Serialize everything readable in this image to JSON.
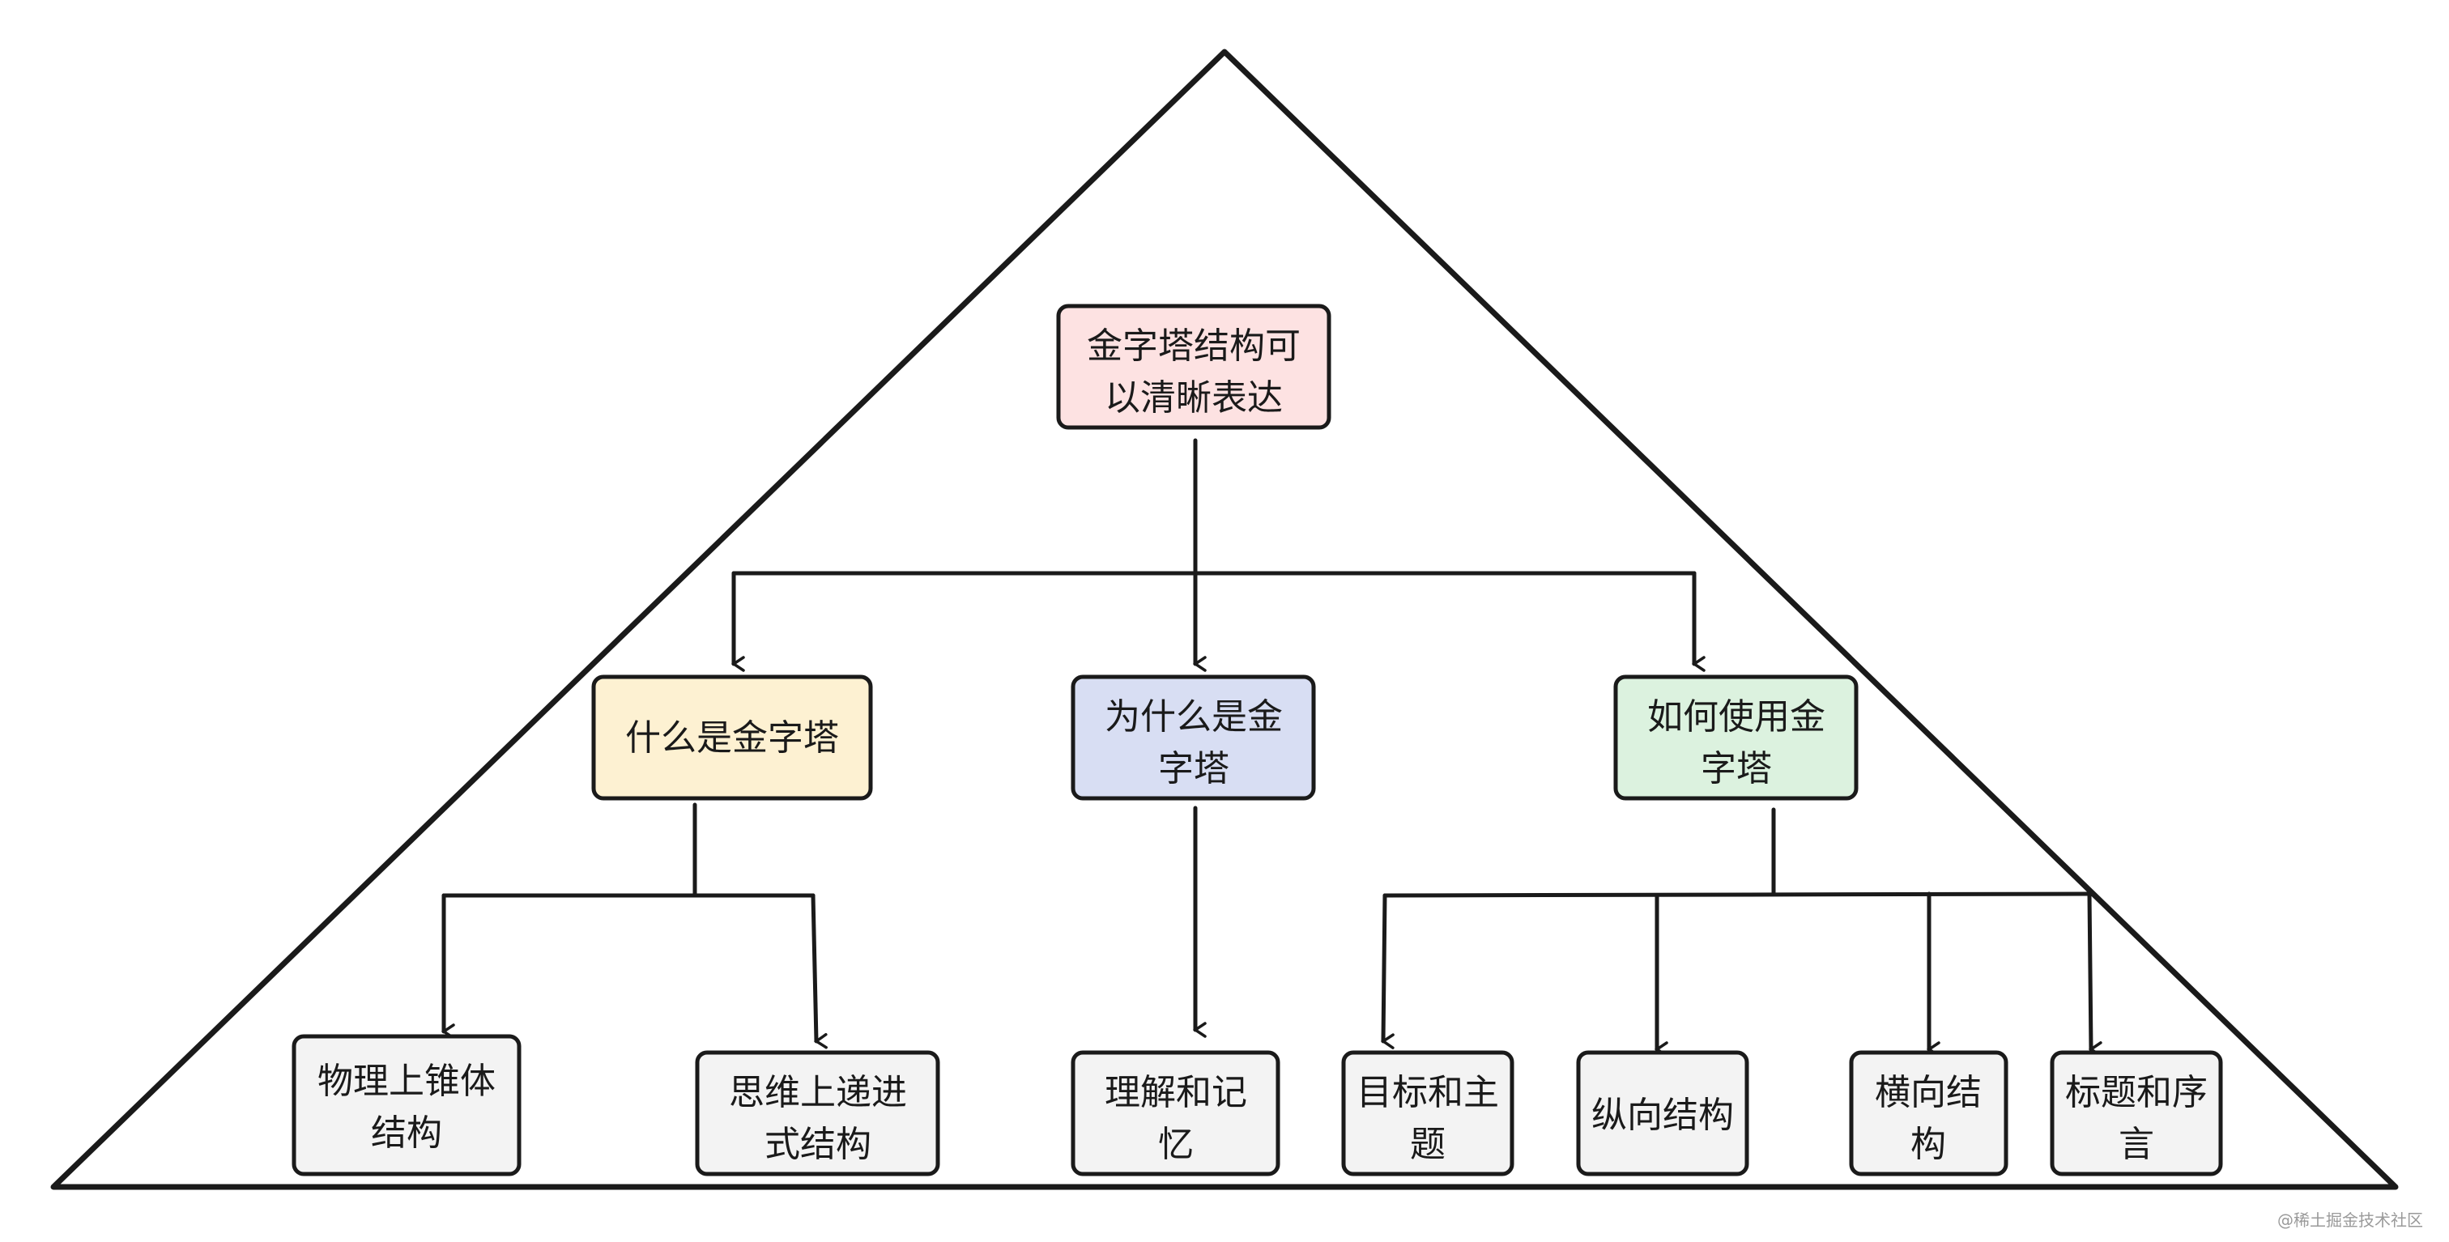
{
  "diagram": {
    "root": {
      "line1": "金字塔结构可",
      "line2": "以清晰表达"
    },
    "branches": {
      "what": {
        "line1": "什么是金字塔"
      },
      "why": {
        "line1": "为什么是金",
        "line2": "字塔"
      },
      "how": {
        "line1": "如何使用金",
        "line2": "字塔"
      }
    },
    "leaves": {
      "physical": {
        "line1": "物理上锥体",
        "line2": "结构"
      },
      "thinking": {
        "line1": "思维上递进",
        "line2": "式结构"
      },
      "understand": {
        "line1": "理解和记",
        "line2": "忆"
      },
      "goal": {
        "line1": "目标和主",
        "line2": "题"
      },
      "vertical": {
        "line1": "纵向结构"
      },
      "horizontal": {
        "line1": "横向结",
        "line2": "构"
      },
      "title_preface": {
        "line1": "标题和序",
        "line2": "言"
      }
    }
  },
  "colors": {
    "root_fill": "#fde2e2",
    "what_fill": "#fdf1d2",
    "why_fill": "#d8def3",
    "how_fill": "#dcf2df",
    "leaf_fill": "#f3f3f3",
    "stroke": "#1a1a1a"
  },
  "watermark": "@稀土掘金技术社区"
}
